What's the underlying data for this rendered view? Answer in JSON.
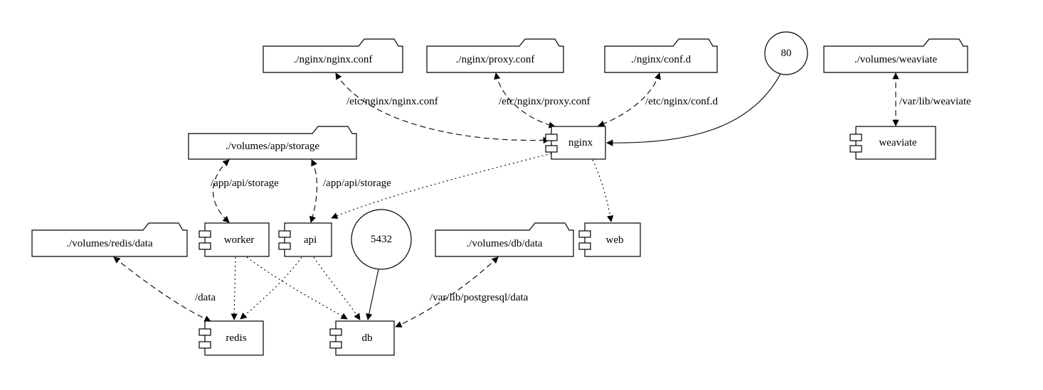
{
  "diagram": {
    "nodes": {
      "nginx_conf": {
        "label": "./nginx/nginx.conf",
        "type": "folder"
      },
      "proxy_conf": {
        "label": "./nginx/proxy.conf",
        "type": "folder"
      },
      "conf_d": {
        "label": "./nginx/conf.d",
        "type": "folder"
      },
      "port_80": {
        "label": "80",
        "type": "port"
      },
      "volumes_weaviate": {
        "label": "./volumes/weaviate",
        "type": "folder"
      },
      "volumes_app_storage": {
        "label": "./volumes/app/storage",
        "type": "folder"
      },
      "nginx": {
        "label": "nginx",
        "type": "component"
      },
      "weaviate": {
        "label": "weaviate",
        "type": "component"
      },
      "volumes_redis_data": {
        "label": "./volumes/redis/data",
        "type": "folder"
      },
      "worker": {
        "label": "worker",
        "type": "component"
      },
      "api": {
        "label": "api",
        "type": "component"
      },
      "port_5432": {
        "label": "5432",
        "type": "port"
      },
      "volumes_db_data": {
        "label": "./volumes/db/data",
        "type": "folder"
      },
      "web": {
        "label": "web",
        "type": "component"
      },
      "redis": {
        "label": "redis",
        "type": "component"
      },
      "db": {
        "label": "db",
        "type": "component"
      }
    },
    "edge_labels": {
      "nginx_conf_target": "/etc/nginx/nginx.conf",
      "proxy_conf_target": "/etc/nginx/proxy.conf",
      "conf_d_target": "/etc/nginx/conf.d",
      "weaviate_target": "/var/lib/weaviate",
      "storage_worker_target": "/app/api/storage",
      "storage_api_target": "/app/api/storage",
      "redis_target": "/data",
      "db_target": "/var/lib/postgresql/data"
    },
    "colors": {
      "stroke": "#000000",
      "background": "#ffffff"
    }
  }
}
